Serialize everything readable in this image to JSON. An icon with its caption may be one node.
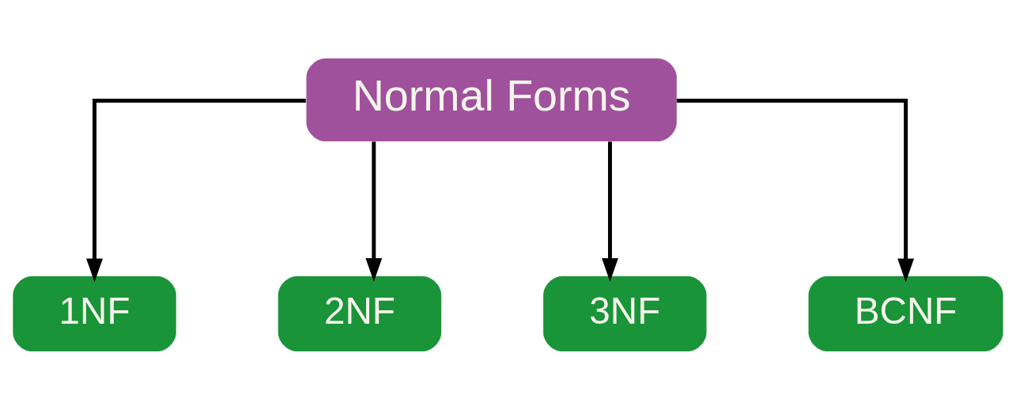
{
  "diagram": {
    "nodes": [
      {
        "text": [
          "Normal Forms"
        ]
      },
      {
        "text": [
          "1NF"
        ]
      },
      {
        "text": [
          "2NF"
        ]
      },
      {
        "text": [
          "3NF"
        ]
      },
      {
        "text": [
          "BCNF"
        ]
      }
    ],
    "edges": [
      {
        "from": 0,
        "to": 1,
        "arrow": "to"
      },
      {
        "from": 0,
        "to": 2,
        "arrow": "to"
      },
      {
        "from": 0,
        "to": 3,
        "arrow": "to"
      },
      {
        "from": 0,
        "to": 4,
        "arrow": "to"
      }
    ]
  }
}
